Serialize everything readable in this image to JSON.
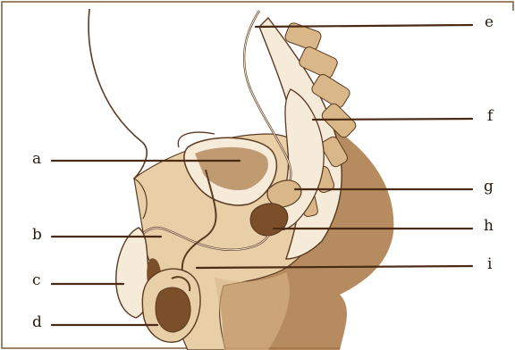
{
  "colors": {
    "ink": "#5b3b22",
    "skin_light": "#f6ead9",
    "skin_mid": "#e8cfa8",
    "skin_dark": "#a97744",
    "organ": "#d9b789",
    "leader": "#4a2a14"
  },
  "labels": {
    "a": "a",
    "b": "b",
    "c": "c",
    "d": "d",
    "e": "e",
    "f": "f",
    "g": "g",
    "h": "h",
    "i": "i"
  }
}
